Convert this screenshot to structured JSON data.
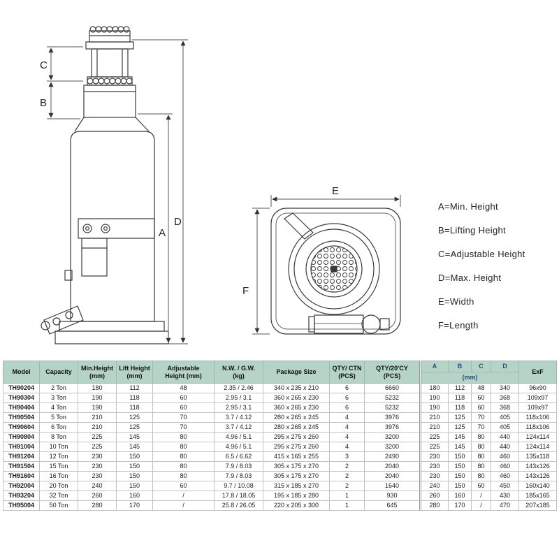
{
  "colors": {
    "header_bg": "#b5d3c7",
    "dim_header_text": "#1f4e79",
    "line_color": "#3a3a3a"
  },
  "diagram": {
    "side_labels": [
      "C",
      "B",
      "A",
      "D"
    ],
    "top_labels": [
      "E",
      "F"
    ]
  },
  "legend": {
    "items": [
      "A=Min. Height",
      "B=Lifting Height",
      "C=Adjustable Height",
      "D=Max. Height",
      "E=Width",
      "F=Length"
    ]
  },
  "table": {
    "headers": [
      "Model",
      "Capacity",
      "Min.Height\n(mm)",
      "Lift Height\n(mm)",
      "Adjustable\nHeight (mm)",
      "N.W. / G.W.\n(kg)",
      "Package Size",
      "QTY/ CTN\n(PCS)",
      "QTY/20'CY\n(PCS)"
    ],
    "dim_headers": [
      "A",
      "B",
      "C",
      "D"
    ],
    "dim_unit": "(mm)",
    "exf_header": "ExF",
    "rows": [
      [
        "TH90204",
        "2 Ton",
        "180",
        "112",
        "48",
        "2.35 / 2.46",
        "340 x 235 x 210",
        "6",
        "6660",
        "180",
        "112",
        "48",
        "340",
        "96x90"
      ],
      [
        "TH90304",
        "3 Ton",
        "190",
        "118",
        "60",
        "2.95 / 3.1",
        "360 x 265 x 230",
        "6",
        "5232",
        "190",
        "118",
        "60",
        "368",
        "109x97"
      ],
      [
        "TH90404",
        "4 Ton",
        "190",
        "118",
        "60",
        "2.95 / 3.1",
        "360 x 265 x 230",
        "6",
        "5232",
        "190",
        "118",
        "60",
        "368",
        "109x97"
      ],
      [
        "TH90504",
        "5 Ton",
        "210",
        "125",
        "70",
        "3.7 / 4.12",
        "280 x 265 x 245",
        "4",
        "3976",
        "210",
        "125",
        "70",
        "405",
        "118x106"
      ],
      [
        "TH90604",
        "6 Ton",
        "210",
        "125",
        "70",
        "3.7 / 4.12",
        "280 x 265 x 245",
        "4",
        "3976",
        "210",
        "125",
        "70",
        "405",
        "118x106"
      ],
      [
        "TH90804",
        "8 Ton",
        "225",
        "145",
        "80",
        "4.96 / 5.1",
        "295 x 275 x 260",
        "4",
        "3200",
        "225",
        "145",
        "80",
        "440",
        "124x114"
      ],
      [
        "TH91004",
        "10 Ton",
        "225",
        "145",
        "80",
        "4.96 / 5.1",
        "295 x 275 x 260",
        "4",
        "3200",
        "225",
        "145",
        "80",
        "440",
        "124x114"
      ],
      [
        "TH91204",
        "12 Ton",
        "230",
        "150",
        "80",
        "6.5 / 6.62",
        "415 x 165 x 255",
        "3",
        "2490",
        "230",
        "150",
        "80",
        "460",
        "135x118"
      ],
      [
        "TH91504",
        "15 Ton",
        "230",
        "150",
        "80",
        "7.9 / 8.03",
        "305 x 175 x 270",
        "2",
        "2040",
        "230",
        "150",
        "80",
        "460",
        "143x126"
      ],
      [
        "TH91604",
        "16 Ton",
        "230",
        "150",
        "80",
        "7.9 / 8.03",
        "305 x 175 x 270",
        "2",
        "2040",
        "230",
        "150",
        "80",
        "460",
        "143x126"
      ],
      [
        "TH92004",
        "20 Ton",
        "240",
        "150",
        "60",
        "9.7 / 10.08",
        "315 x 185 x 270",
        "2",
        "1640",
        "240",
        "150",
        "60",
        "450",
        "160x140"
      ],
      [
        "TH93204",
        "32 Ton",
        "260",
        "160",
        "/",
        "17.8 / 18.05",
        "195 x 185 x 280",
        "1",
        "930",
        "260",
        "160",
        "/",
        "430",
        "185x165"
      ],
      [
        "TH95004",
        "50 Ton",
        "280",
        "170",
        "/",
        "25.8 / 26.05",
        "220 x 205 x 300",
        "1",
        "645",
        "280",
        "170",
        "/",
        "470",
        "207x185"
      ]
    ]
  }
}
